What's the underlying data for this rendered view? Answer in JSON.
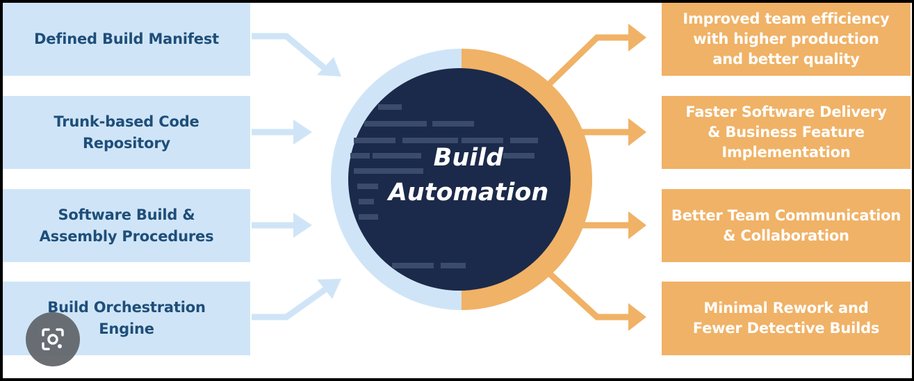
{
  "left_items": [
    {
      "label": "Defined Build Manifest"
    },
    {
      "label": "Trunk-based Code\nRepository"
    },
    {
      "label": "Software Build &\nAssembly Procedures"
    },
    {
      "label": "Build Orchestration\nEngine"
    }
  ],
  "center": {
    "title": "Build\nAutomation"
  },
  "right_items": [
    {
      "label": "Improved team efficiency\nwith higher production\nand better quality"
    },
    {
      "label": "Faster Software Delivery\n& Business Feature\nImplementation"
    },
    {
      "label": "Better Team Communication\n& Collaboration"
    },
    {
      "label": "Minimal Rework and\nFewer Detective Builds"
    }
  ],
  "colors": {
    "input_box": "#cfe5f7",
    "input_text": "#1f4e79",
    "output_box": "#f0b266",
    "output_text": "#ffffff",
    "center_circle": "#1b2a4a",
    "input_arrow": "#cfe5f7",
    "output_arrow": "#f0b266"
  },
  "overlay": {
    "icon": "lens-search-icon"
  }
}
